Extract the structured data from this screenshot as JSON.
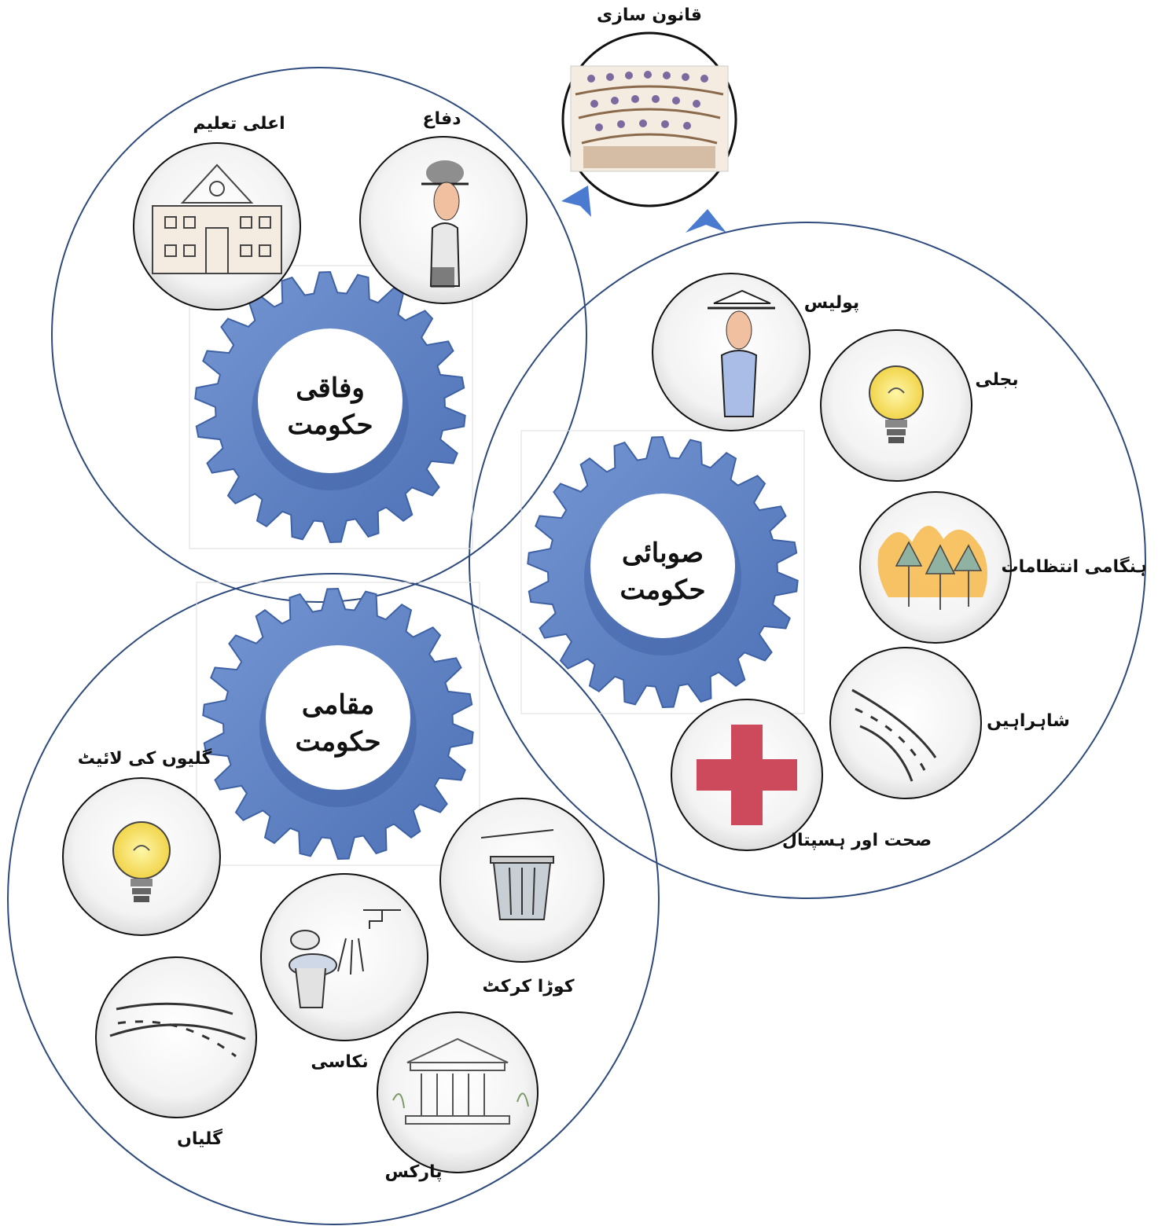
{
  "legislation": {
    "label": "قانون سازی"
  },
  "federal": {
    "gear_line1": "وفاقی",
    "gear_line2": "حکومت",
    "items": {
      "defence": "دفاع",
      "higher_education": "اعلی تعلیم"
    }
  },
  "provincial": {
    "gear_line1": "صوبائی",
    "gear_line2": "حکومت",
    "items": {
      "police": "پولیس",
      "electricity": "بجلی",
      "emergency": "ہنگامی انتظامات",
      "highways": "شاہراہیں",
      "health": "صحت اور ہسپتال"
    }
  },
  "local": {
    "gear_line1": "مقامی",
    "gear_line2": "حکومت",
    "items": {
      "street_lights": "گلیوں کی لائیٹ",
      "garbage": "کوڑا کرکٹ",
      "sanitation": "نکاسی",
      "streets": "گلیاں",
      "parks": "پارکس"
    }
  },
  "colors": {
    "gear": "#5b7ec0",
    "gear_dark": "#3f62a6",
    "circle_line": "#2e4a7c",
    "arrow": "#4a7bd0"
  },
  "icons": [
    "courtroom-icon",
    "soldier-icon",
    "school-building-icon",
    "policeman-icon",
    "light-bulb-icon",
    "forest-fire-icon",
    "road-icon",
    "red-cross-icon",
    "trash-can-icon",
    "toilet-tap-icon",
    "park-building-icon"
  ]
}
